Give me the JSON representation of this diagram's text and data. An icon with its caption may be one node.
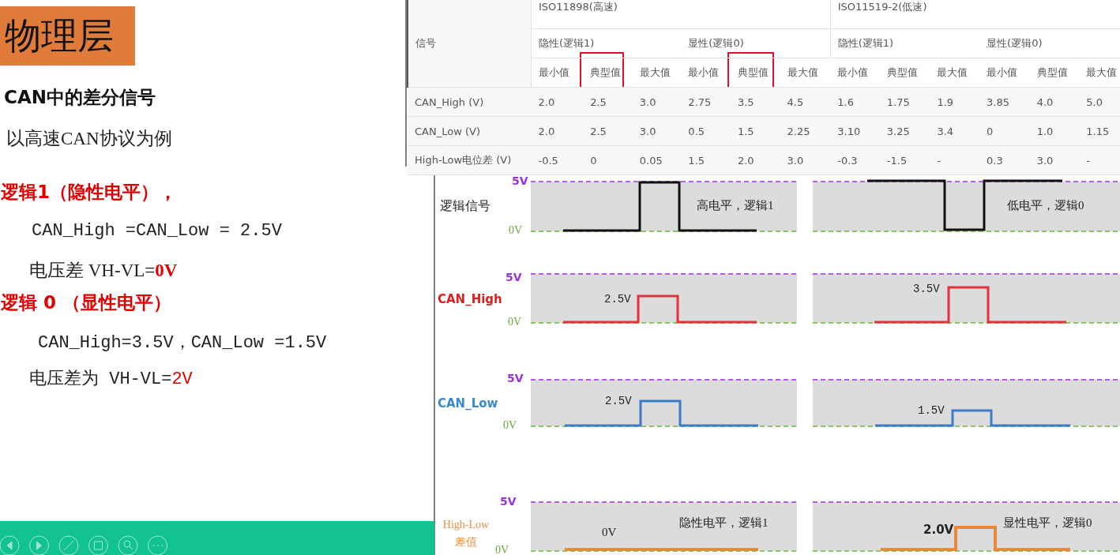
{
  "diagram": {
    "title": "物理层",
    "labels": [
      "CAN中的差分信号",
      "以高速CAN协议为例",
      "逻辑1（隐性电平），",
      "CAN_High =CAN_Low = 2.5V",
      "电压差 VH-VL=**0V**",
      "逻辑 0 （显性电平）",
      "CAN_High=3.5V，CAN_Low =1.5V",
      "电压差为 VH-VL=**2V**",
      "信号",
      "ISO11898(高速)",
      "ISO11519-2(低速)",
      "隐性(逻辑1)",
      "显性(逻辑0)",
      "隐性(逻辑1)",
      "显性(逻辑0)",
      "最小值",
      "典型值",
      "最大值",
      "最小值",
      "典型值",
      "最大值",
      "最小值",
      "典型值",
      "最大值",
      "最小值",
      "典型值",
      "最大值",
      "CAN_High (V)",
      "2.0",
      "2.5",
      "3.0",
      "2.75",
      "3.5",
      "4.5",
      "1.6",
      "1.75",
      "1.9",
      "3.85",
      "4.0",
      "5.0",
      "CAN_Low (V)",
      "2.0",
      "2.5",
      "3.0",
      "0.5",
      "1.5",
      "2.25",
      "3.10",
      "3.25",
      "3.4",
      "0",
      "1.0",
      "1.15",
      "High-Low电位差 (V)",
      "-0.5",
      "0",
      "0.05",
      "1.5",
      "2.0",
      "3.0",
      "-0.3",
      "-1.5",
      "-",
      "0.3",
      "3.0",
      "-",
      "5V",
      "逻辑信号",
      "高电平，逻辑1",
      "低电平，逻辑0",
      "0V",
      "5V",
      "CAN_High",
      "2.5V",
      "3.5V",
      "0V",
      "5V",
      "CAN_Low",
      "2.5V",
      "1.5V",
      "0V",
      "5V",
      "High-Low 差值",
      "0V",
      "隐性电平，逻辑1",
      "2.0V",
      "显性电平，逻辑0",
      "0V"
    ]
  }
}
